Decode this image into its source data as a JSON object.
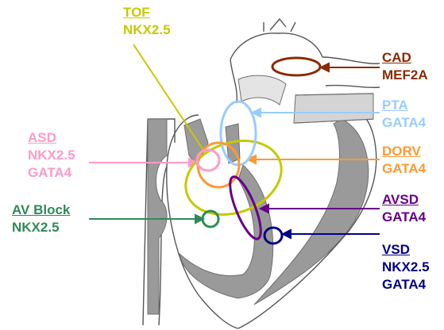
{
  "colors": {
    "tof": "#c8c800",
    "cad": "#8b2a00",
    "pta": "#99ccff",
    "dorv": "#ff9933",
    "avsd": "#660088",
    "vsd": "#000088",
    "asd": "#ff99cc",
    "avblock": "#2e8b57",
    "septum": "#999999",
    "outline": "#555555"
  },
  "labels": {
    "tof": {
      "title": "TOF",
      "genes": [
        "NKX2.5"
      ]
    },
    "cad": {
      "title": "CAD",
      "genes": [
        "MEF2A"
      ]
    },
    "pta": {
      "title": "PTA",
      "genes": [
        "GATA4"
      ]
    },
    "dorv": {
      "title": "DORV",
      "genes": [
        "GATA4"
      ]
    },
    "avsd": {
      "title": "AVSD",
      "genes": [
        "GATA4"
      ]
    },
    "vsd": {
      "title": "VSD",
      "genes": [
        "NKX2.5",
        "GATA4"
      ]
    },
    "asd": {
      "title": "ASD",
      "genes": [
        "NKX2.5",
        "GATA4"
      ]
    },
    "avblock": {
      "title": "AV Block",
      "genes": [
        "NKX2.5"
      ]
    }
  }
}
